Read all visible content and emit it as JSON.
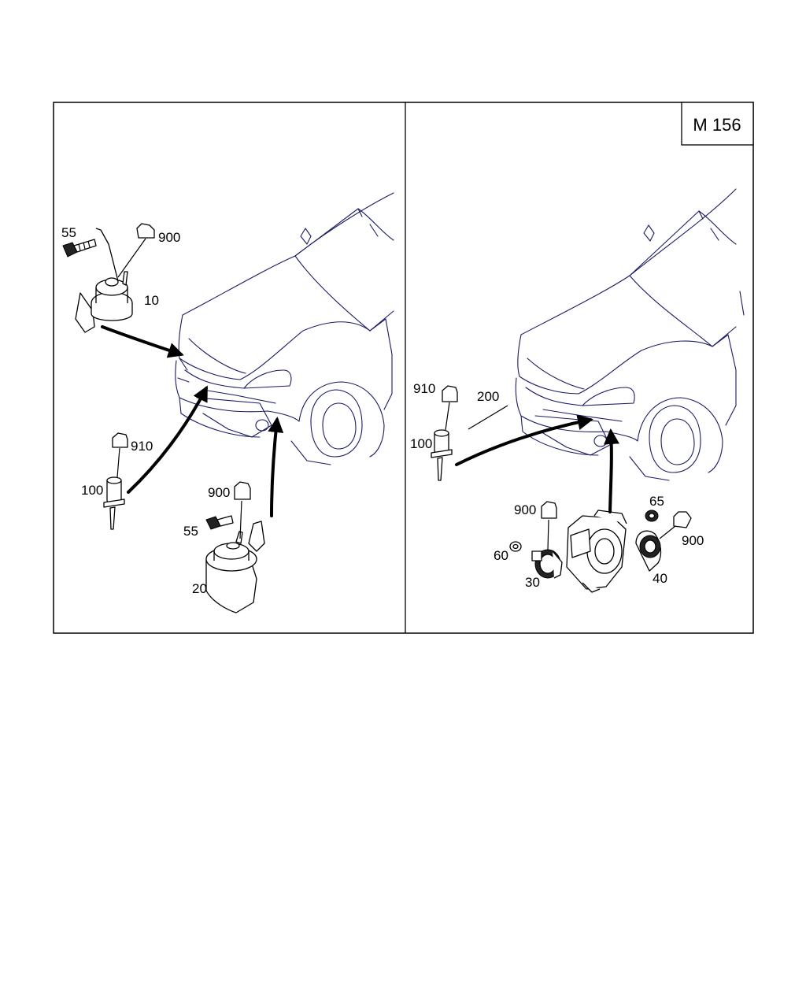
{
  "reference": "M 156",
  "left_panel": {
    "callouts": [
      "55",
      "900",
      "10",
      "910",
      "100",
      "900",
      "55",
      "20"
    ]
  },
  "right_panel": {
    "callouts": [
      "910",
      "200",
      "100",
      "900",
      "65",
      "900",
      "60",
      "30",
      "40"
    ]
  }
}
